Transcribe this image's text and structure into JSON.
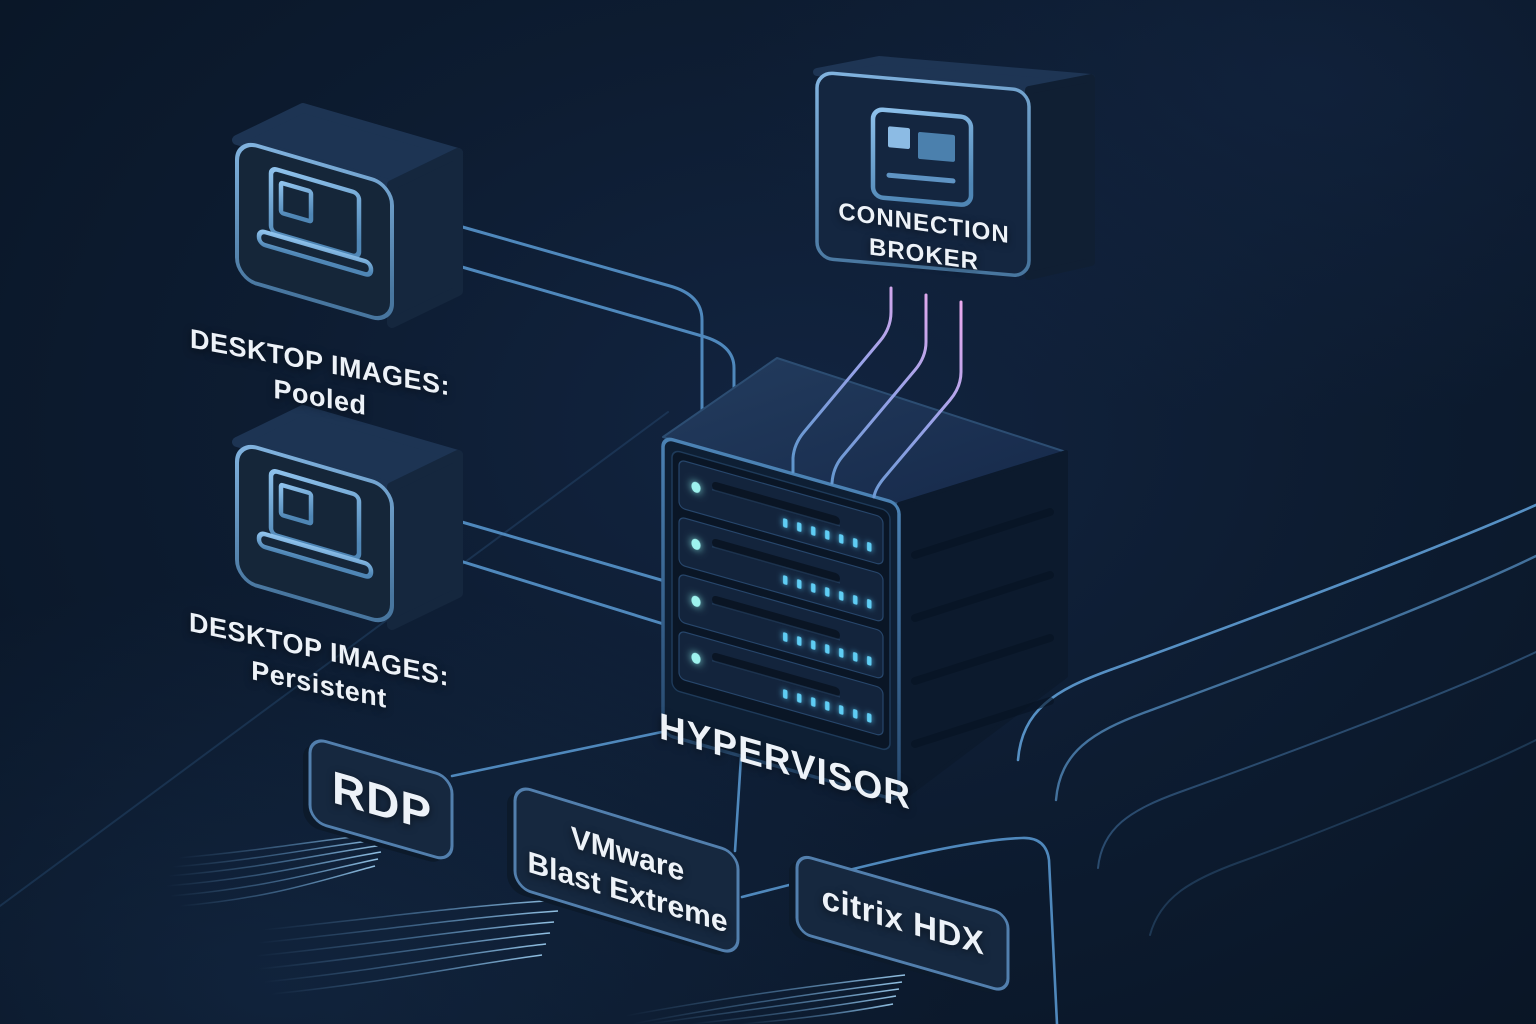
{
  "diagram": {
    "pooled": {
      "line1": "DESKTOP IMAGES:",
      "line2": "Pooled",
      "icon": "laptop-icon"
    },
    "persistent": {
      "line1": "DESKTOP IMAGES:",
      "line2": "Persistent",
      "icon": "laptop-icon"
    },
    "broker": {
      "line1": "CONNECTION",
      "line2": "BROKER",
      "icon": "id-card-icon"
    },
    "hypervisor": {
      "label": "HYPERVISOR",
      "icon": "server-rack",
      "rack_units": 4,
      "leds_per_unit": 7
    },
    "protocols": {
      "rdp": {
        "label": "RDP"
      },
      "vmware": {
        "line1": "VMware",
        "line2": "Blast Extreme"
      },
      "citrix": {
        "label": "citrix HDX"
      }
    }
  },
  "colors": {
    "background": "#0d1c31",
    "box_fill": "#152639",
    "box_border_light": "#82b4e0",
    "box_border_dark": "#48769f",
    "connector_blue": "#4f88bc",
    "connector_pink": "#f2aaee",
    "connector_periwinkle": "#97a2e8",
    "led_cyan": "#9df2ee",
    "led_blue": "#5fcdf4",
    "text": "#edf2f8"
  }
}
